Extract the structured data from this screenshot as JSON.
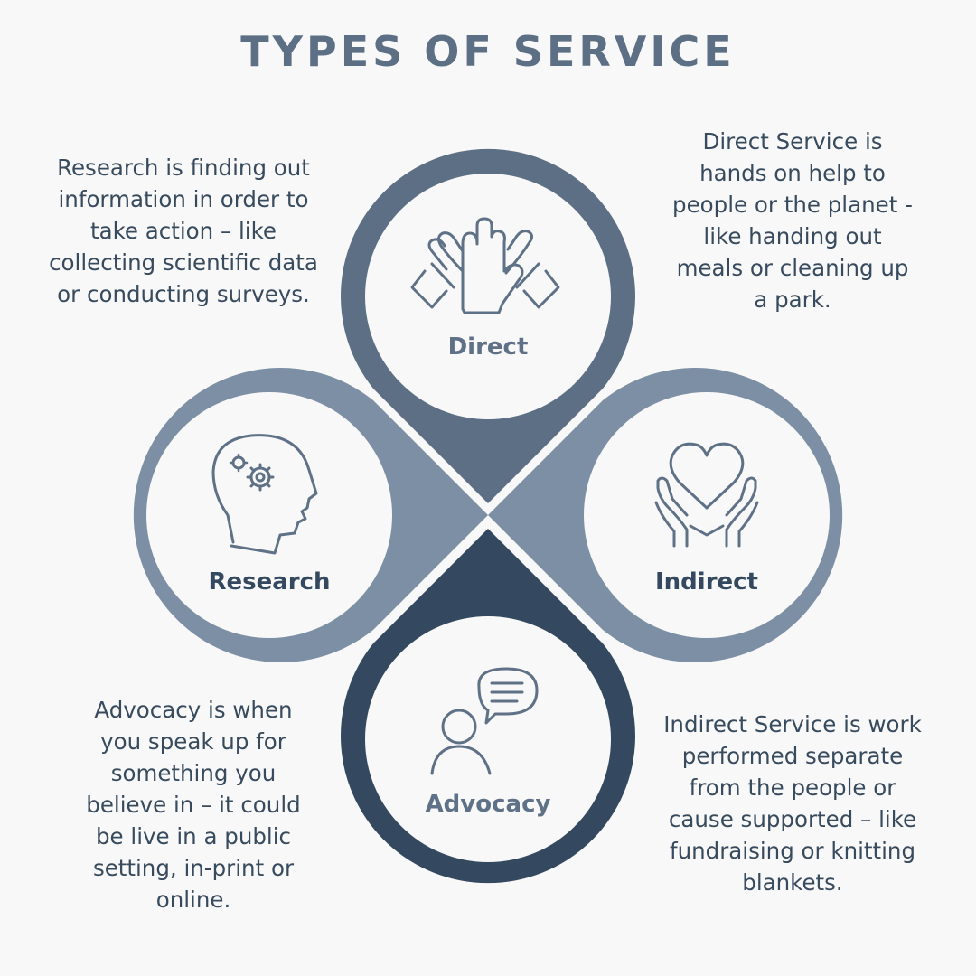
{
  "title": "TYPES OF SERVICE",
  "colors": {
    "background": "#f8f8f8",
    "direct": "#5d6f84",
    "research": "#7d8fa5",
    "indirect": "#7d8fa5",
    "advocacy": "#34495f",
    "inner": "#f8f8f8",
    "icon": "#5f7186",
    "text": "#384b5e"
  },
  "petals": {
    "direct": {
      "label": "Direct",
      "icon": "high-five-icon"
    },
    "research": {
      "label": "Research",
      "icon": "head-gears-icon"
    },
    "indirect": {
      "label": "Indirect",
      "icon": "hands-heart-icon"
    },
    "advocacy": {
      "label": "Advocacy",
      "icon": "person-speech-icon"
    }
  },
  "descriptions": {
    "research": {
      "term": "Research",
      "text": " is finding out information in order to take action – like collecting scientific data or conducting surveys."
    },
    "direct": {
      "term": "Direct Service",
      "text": " is hands on help to people or the planet - like handing out meals or cleaning up a park."
    },
    "advocacy": {
      "term": "Advocacy",
      "text": " is when you speak up for something you believe in – it could be live in a public setting, in-print or online."
    },
    "indirect": {
      "term": "Indirect Service",
      "text": " is work performed separate from the people or cause supported – like fundraising or knitting blankets."
    }
  }
}
